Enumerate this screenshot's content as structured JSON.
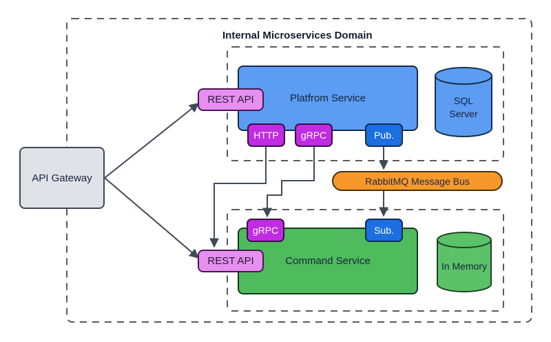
{
  "title": "Internal Microservices Domain",
  "nodes": {
    "api_gateway": "API Gateway",
    "rest_api_platform": "REST API",
    "rest_api_command": "REST API",
    "platform_service": "Platfrom Service",
    "command_service": "Command Service",
    "http": "HTTP",
    "grpc_platform": "gRPC",
    "grpc_command": "gRPC",
    "pub": "Pub.",
    "sub": "Sub.",
    "rabbitmq_bus": "RabbitMQ Message Bus",
    "sql_server": "SQL Server",
    "in_memory": "In Memory"
  },
  "edges": [
    {
      "from": "api_gateway",
      "to": "rest_api_platform"
    },
    {
      "from": "api_gateway",
      "to": "rest_api_command"
    },
    {
      "from": "http",
      "to": "rest_api_command"
    },
    {
      "from": "grpc_platform",
      "to": "grpc_command"
    },
    {
      "from": "pub",
      "to": "rabbitmq_bus"
    },
    {
      "from": "rabbitmq_bus",
      "to": "sub"
    }
  ],
  "colors": {
    "service_blue": "#5c9cf3",
    "service_green": "#4ebb5d",
    "endpoint_purple": "#c12be2",
    "pubsub_blue": "#1b6fe0",
    "rest_pink": "#e78ff0",
    "bus_orange": "#f8982c",
    "gateway_gray": "#dfe2e7",
    "arrow": "#3f4a56",
    "dashed_border": "#595959"
  }
}
